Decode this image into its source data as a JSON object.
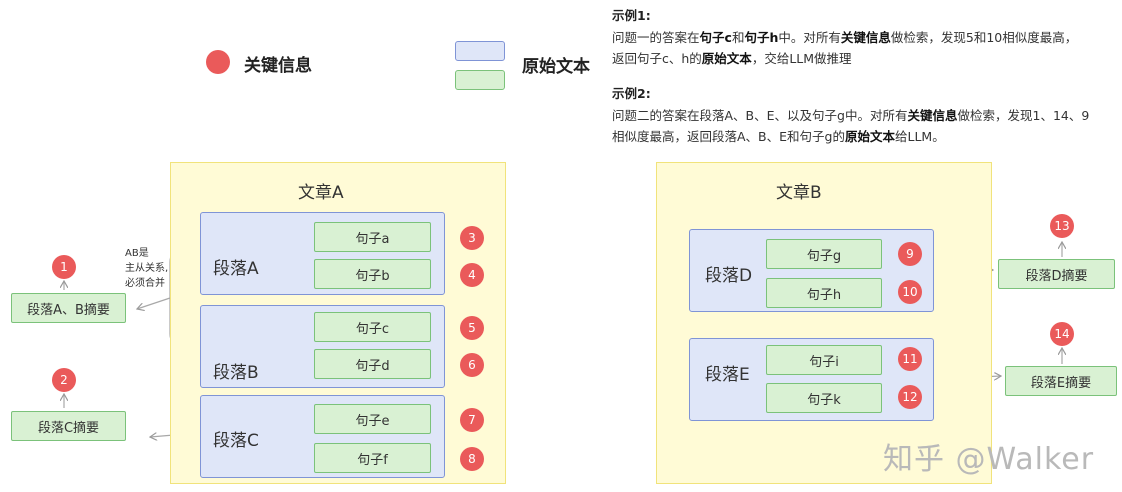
{
  "legend": {
    "key_info_label": "关键信息",
    "original_text_label": "原始文本"
  },
  "examples": [
    {
      "title": "示例1:",
      "lines": [
        [
          "问题一的答案在",
          "句子c",
          "和",
          "句子h",
          "中。对所有",
          "关键信息",
          "做检索，发现5和10相似度最高，"
        ],
        [
          "返回句子c、h的",
          "原始文本",
          "，交给LLM做推理"
        ]
      ]
    },
    {
      "title": "示例2:",
      "lines": [
        [
          "问题二的答案在段落A、B、E、以及句子g中。对所有",
          "关键信息",
          "做检索，发现1、14、9"
        ],
        [
          "相似度最高，返回段落A、B、E和句子g的",
          "原始文本",
          "给LLM。"
        ]
      ]
    }
  ],
  "article_a": {
    "title": "文章A",
    "paragraphs": [
      {
        "label": "段落A",
        "sentences": [
          {
            "label": "句子a",
            "num": "3"
          },
          {
            "label": "句子b",
            "num": "4"
          }
        ]
      },
      {
        "label": "段落B",
        "sentences": [
          {
            "label": "句子c",
            "num": "5"
          },
          {
            "label": "句子d",
            "num": "6"
          }
        ]
      },
      {
        "label": "段落C",
        "sentences": [
          {
            "label": "句子e",
            "num": "7"
          },
          {
            "label": "句子f",
            "num": "8"
          }
        ]
      }
    ],
    "summaries": [
      {
        "label": "段落A、B摘要",
        "num": "1"
      },
      {
        "label": "段落C摘要",
        "num": "2"
      }
    ],
    "note_lines": [
      "AB是",
      "主从关系,",
      "必须合并"
    ]
  },
  "article_b": {
    "title": "文章B",
    "paragraphs": [
      {
        "label": "段落D",
        "sentences": [
          {
            "label": "句子g",
            "num": "9"
          },
          {
            "label": "句子h",
            "num": "10"
          }
        ]
      },
      {
        "label": "段落E",
        "sentences": [
          {
            "label": "句子i",
            "num": "11"
          },
          {
            "label": "句子k",
            "num": "12"
          }
        ]
      }
    ],
    "summaries": [
      {
        "label": "段落D摘要",
        "num": "13"
      },
      {
        "label": "段落E摘要",
        "num": "14"
      }
    ]
  },
  "watermark": "知乎 @Walker",
  "colors": {
    "key_info": "#ea5a5a",
    "paragraph_fill": "#dfe6f8",
    "paragraph_border": "#7f94d6",
    "sentence_fill": "#d9f1d3",
    "sentence_border": "#7bc27a",
    "article_fill": "#fffbd6",
    "article_border": "#f1e37b"
  }
}
